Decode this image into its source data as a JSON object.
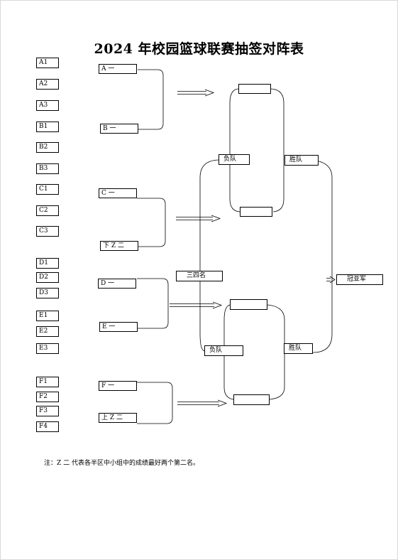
{
  "title": "2024 年校园篮球联赛抽签对阵表",
  "teams": [
    "A1",
    "A2",
    "A3",
    "B1",
    "B2",
    "B3",
    "C1",
    "C2",
    "C3",
    "D1",
    "D2",
    "D3",
    "E1",
    "E2",
    "E3",
    "F1",
    "F2",
    "F3",
    "F4"
  ],
  "first_round": [
    "A 一",
    "B 一",
    "C 一",
    "下 Z 二",
    "D 一",
    "E 一",
    "F 一",
    "上 Z 二"
  ],
  "labels": {
    "loser_top": "负队",
    "winner_top": "胜队",
    "third_fourth": "三四名",
    "champion": "冠亚军",
    "loser_bottom": "负队",
    "winner_bottom": "胜队"
  },
  "note": "注：Z 二 代表各半区中小组中的成绩最好两个第二名。"
}
